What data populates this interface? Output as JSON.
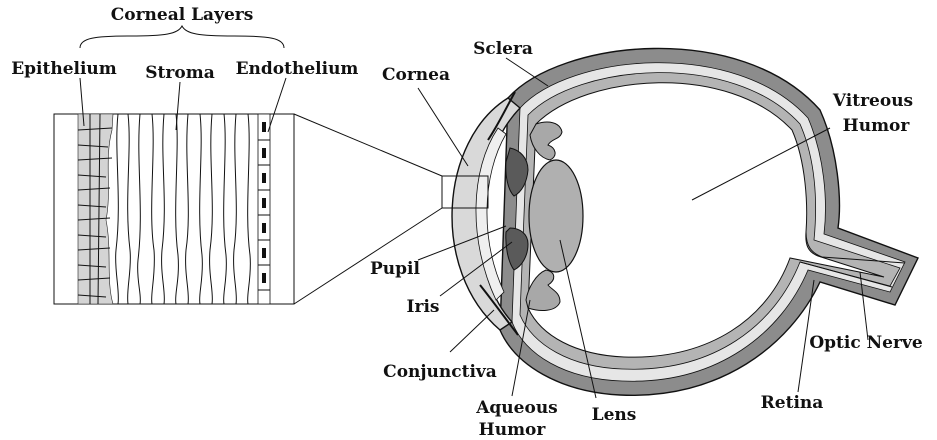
{
  "labels": {
    "corneal_layers": "Corneal Layers",
    "epithelium": "Epithelium",
    "stroma": "Stroma",
    "endothelium": "Endothelium",
    "cornea": "Cornea",
    "sclera": "Sclera",
    "vitreous_1": "Vitreous",
    "vitreous_2": "Humor",
    "pupil": "Pupil",
    "iris": "Iris",
    "conjunctiva": "Conjunctiva",
    "aqueous_1": "Aqueous",
    "aqueous_2": "Humor",
    "lens": "Lens",
    "retina": "Retina",
    "optic_nerve": "Optic Nerve"
  },
  "colors": {
    "sclera": "#8c8c8c",
    "choroid": "#e6e6e6",
    "retina": "#b4b4b4",
    "cornea": "#d9d9d9",
    "lens": "#b0b0b0",
    "iris": "#5a5a5a",
    "ciliary": "#a8a8a8",
    "epithelium_cells": "#d4d4d4"
  }
}
